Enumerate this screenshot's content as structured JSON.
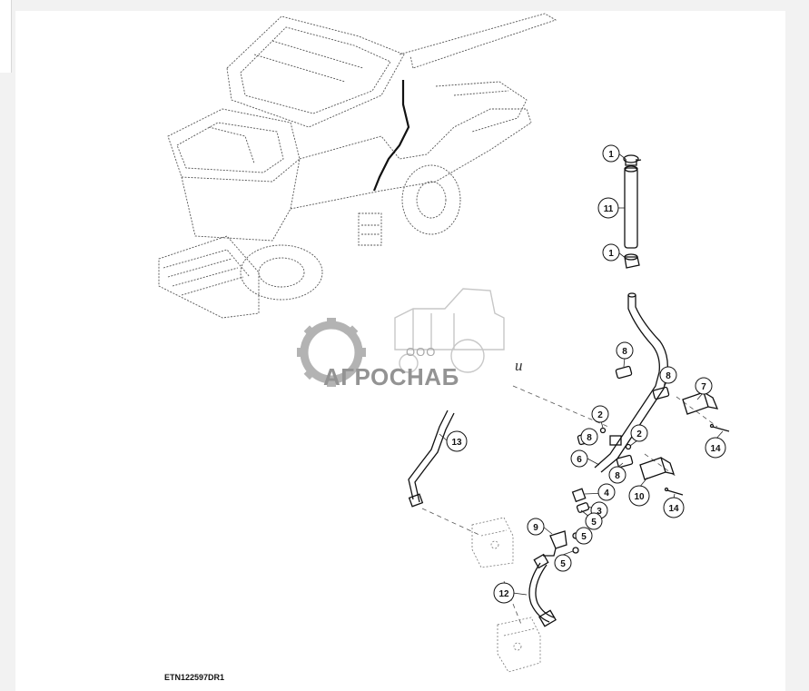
{
  "figure_code": "ETN122597DR1",
  "watermark": {
    "prefix": "ООО",
    "brand": "АГРОСНАБ",
    "colors": {
      "gray": "#9a9a9a",
      "dark": "#6f6f6f"
    }
  },
  "callouts": [
    {
      "id": "c1a",
      "label": "1"
    },
    {
      "id": "c11",
      "label": "11"
    },
    {
      "id": "c1b",
      "label": "1"
    },
    {
      "id": "c8a",
      "label": "8"
    },
    {
      "id": "c8b",
      "label": "8"
    },
    {
      "id": "c7",
      "label": "7"
    },
    {
      "id": "c2a",
      "label": "2"
    },
    {
      "id": "c2b",
      "label": "2"
    },
    {
      "id": "c8c",
      "label": "8"
    },
    {
      "id": "c14a",
      "label": "14"
    },
    {
      "id": "c13",
      "label": "13"
    },
    {
      "id": "c6",
      "label": "6"
    },
    {
      "id": "c8d",
      "label": "8"
    },
    {
      "id": "c4",
      "label": "4"
    },
    {
      "id": "c10",
      "label": "10"
    },
    {
      "id": "c3",
      "label": "3"
    },
    {
      "id": "c14b",
      "label": "14"
    },
    {
      "id": "c5a",
      "label": "5"
    },
    {
      "id": "c9",
      "label": "9"
    },
    {
      "id": "c5b",
      "label": "5"
    },
    {
      "id": "c5c",
      "label": "5"
    },
    {
      "id": "c12",
      "label": "12"
    }
  ],
  "annotation_u": "u"
}
